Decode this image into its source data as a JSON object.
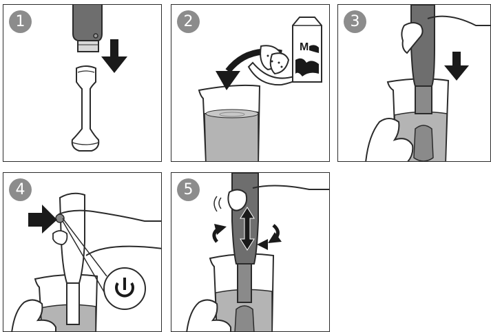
{
  "steps": [
    {
      "number": "1"
    },
    {
      "number": "2"
    },
    {
      "number": "3"
    },
    {
      "number": "4"
    },
    {
      "number": "5"
    }
  ],
  "milk_carton_letter": "M",
  "power_icon": "power-icon",
  "colors": {
    "badge": "#8c8c8c",
    "motor_unit": "#6e6e6e",
    "liquid": "#b4b4b4",
    "outline": "#2a2a2a"
  }
}
